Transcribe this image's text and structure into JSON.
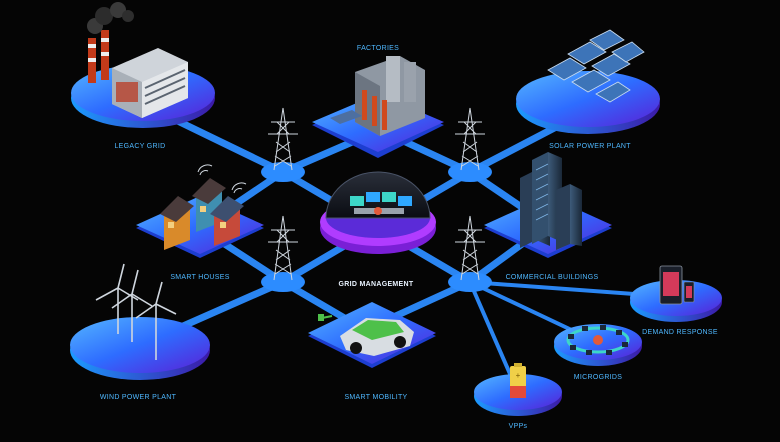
{
  "nodes": {
    "legacy_grid": {
      "label": "LEGACY GRID"
    },
    "factories": {
      "label": "FACTORIES"
    },
    "solar_power_plant": {
      "label": "SOLAR POWER PLANT"
    },
    "smart_houses": {
      "label": "SMART HOUSES"
    },
    "grid_management": {
      "label": "GRID MANAGEMENT"
    },
    "commercial_buildings": {
      "label": "COMMERCIAL BUILDINGS"
    },
    "demand_response": {
      "label": "DEMAND RESPONSE"
    },
    "microgrids": {
      "label": "MICROGRIDS"
    },
    "wind_power_plant": {
      "label": "WIND POWER PLANT"
    },
    "smart_mobility": {
      "label": "SMART MOBILITY"
    },
    "vpps": {
      "label": "VPPs"
    }
  },
  "colors": {
    "background": "#050505",
    "link": "#2c8cff",
    "platform_top": "#3a7dff",
    "platform_side": "#1e3fd0",
    "platform_dark": "#4b1bd0",
    "label": "#4fb8ff"
  }
}
